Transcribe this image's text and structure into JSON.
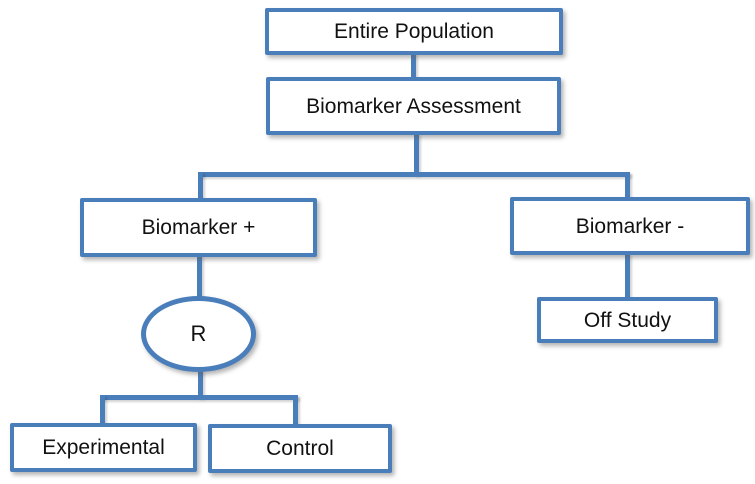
{
  "colors": {
    "line": "#4a7ebb",
    "text": "#111111",
    "node_fill": "#ffffff"
  },
  "nodes": {
    "entire_population": {
      "label": "Entire Population",
      "shape": "rect"
    },
    "biomarker_assessment": {
      "label": "Biomarker Assessment",
      "shape": "rect"
    },
    "biomarker_positive": {
      "label": "Biomarker +",
      "shape": "rect"
    },
    "biomarker_negative": {
      "label": "Biomarker -",
      "shape": "rect"
    },
    "randomization": {
      "label": "R",
      "shape": "ellipse"
    },
    "off_study": {
      "label": "Off Study",
      "shape": "rect"
    },
    "experimental": {
      "label": "Experimental",
      "shape": "rect"
    },
    "control": {
      "label": "Control",
      "shape": "rect"
    }
  },
  "edges": [
    {
      "from": "entire_population",
      "to": "biomarker_assessment"
    },
    {
      "from": "biomarker_assessment",
      "to": "biomarker_positive"
    },
    {
      "from": "biomarker_assessment",
      "to": "biomarker_negative"
    },
    {
      "from": "biomarker_positive",
      "to": "randomization"
    },
    {
      "from": "biomarker_negative",
      "to": "off_study"
    },
    {
      "from": "randomization",
      "to": "experimental"
    },
    {
      "from": "randomization",
      "to": "control"
    }
  ]
}
